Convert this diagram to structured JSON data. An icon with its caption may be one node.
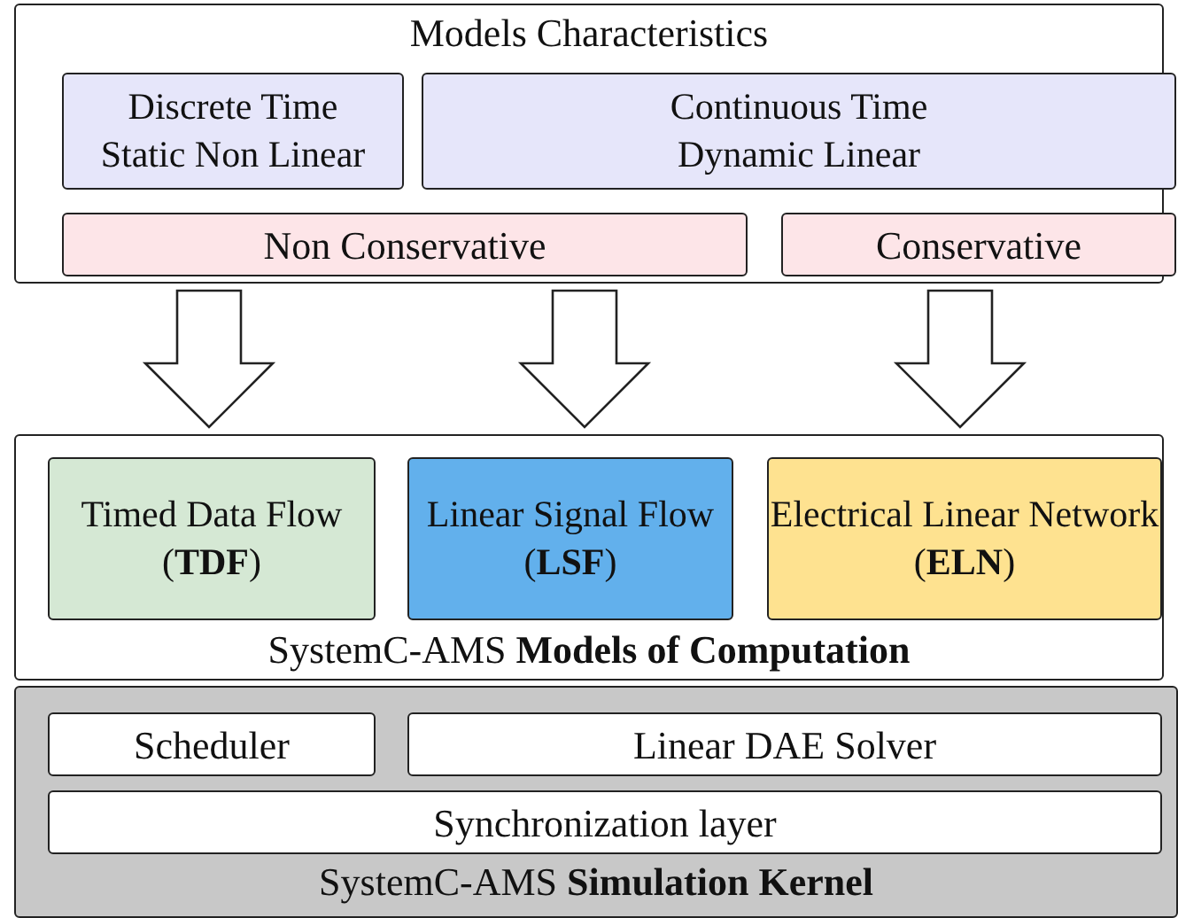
{
  "diagram": {
    "nodes": [
      {
        "text": [
          "Models Characteristics"
        ]
      },
      {
        "text": [
          "Discrete Time",
          "Static Non Linear"
        ],
        "in": 0
      },
      {
        "text": [
          "Continuous Time",
          "Dynamic Linear"
        ],
        "in": 0
      },
      {
        "text": [
          "Non Conservative"
        ],
        "in": 0
      },
      {
        "text": [
          "Conservative"
        ],
        "in": 0
      },
      {
        "text": [
          "SystemC-AMS **Models of Computation**"
        ]
      },
      {
        "text": [
          "Timed Data Flow",
          "(**TDF**)"
        ],
        "in": 5
      },
      {
        "text": [
          "Linear Signal Flow",
          "(**LSF**)"
        ],
        "in": 5
      },
      {
        "text": [
          "Electrical Linear Network",
          "(**ELN**)"
        ],
        "in": 5
      },
      {
        "text": [
          "SystemC-AMS **Simulation Kernel**"
        ]
      },
      {
        "text": [
          "Scheduler"
        ],
        "in": 9
      },
      {
        "text": [
          "Linear DAE Solver"
        ],
        "in": 9
      },
      {
        "text": [
          "Synchronization layer"
        ],
        "in": 9
      }
    ],
    "edges": [
      {
        "from": 0,
        "to": 5,
        "arrow": "to"
      },
      {
        "from": 0,
        "to": 5,
        "arrow": "to"
      },
      {
        "from": 0,
        "to": 5,
        "arrow": "to"
      }
    ]
  }
}
